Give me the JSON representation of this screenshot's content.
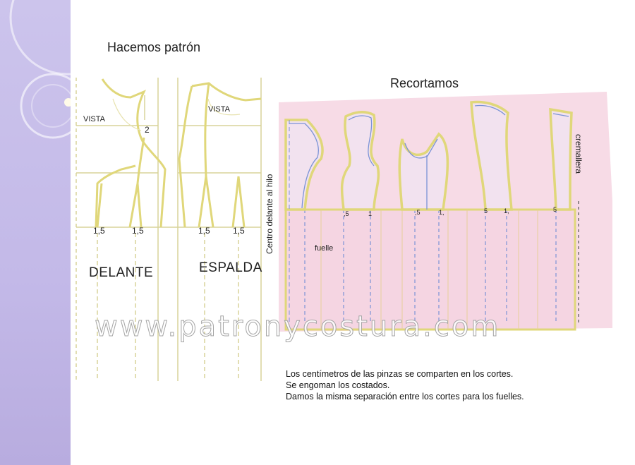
{
  "title": "Hacemos patrón",
  "subtitle": "Recortamos",
  "front": {
    "label": "DELANTE",
    "vista": "VISTA",
    "dart_label": "2",
    "measure_left": "1,5",
    "measure_right": "1,5"
  },
  "back": {
    "label": "ESPALDA",
    "vista": "VISTA",
    "measure_left": "1,5",
    "measure_right": "1,5"
  },
  "cut": {
    "center_label": "Centro delante al hilo",
    "zipper_label": "cremallera",
    "gusset_label": "fuelle",
    "marks": [
      ",5",
      "1",
      ",5",
      "1,",
      "5",
      "1,",
      "5"
    ]
  },
  "watermark": "www.patronycostura.com",
  "notes": [
    "Los centímetros de las pinzas se comparten en los cortes.",
    "Se engoman los costados.",
    "Damos la misma separación entre los cortes para los fuelles."
  ],
  "colors": {
    "sidebar": "#c3b9e8",
    "pattern_line": "#e0d77a",
    "grid_line": "#d8d49a",
    "pink_paper": "#f7dbe6",
    "blue_line": "#7b93d6"
  }
}
